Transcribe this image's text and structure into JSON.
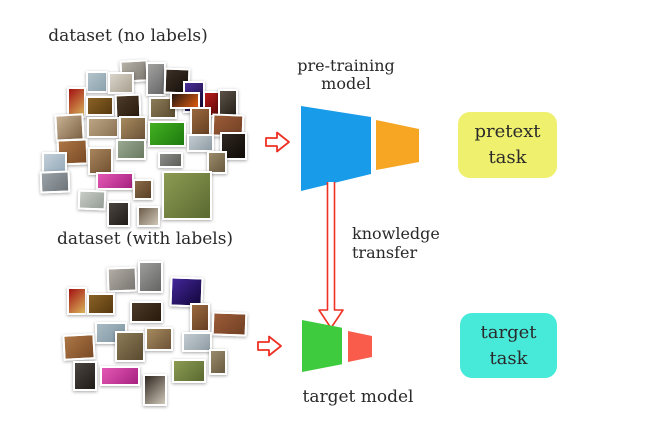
{
  "labels": {
    "dataset_unlabeled": "dataset (no labels)",
    "dataset_labeled": "dataset (with labels)",
    "pretraining_model_line1": "pre-training",
    "pretraining_model_line2": "model",
    "knowledge_line1": "knowledge",
    "knowledge_line2": "transfer",
    "target_model": "target model",
    "pretext_task_line1": "pretext",
    "pretext_task_line2": "task",
    "target_task_line1": "target",
    "target_task_line2": "task"
  },
  "colors": {
    "encoder_pretrain": "#189be8",
    "head_pretrain": "#f6a623",
    "encoder_target": "#3ecc3e",
    "head_target": "#f95c4b",
    "pretext_box": "#eff06e",
    "target_box": "#47e9d9",
    "arrow": "#ee3124",
    "text": "#2a2a2a"
  },
  "icons": {
    "flow_arrow_top": "right-block-arrow",
    "flow_arrow_bottom": "right-block-arrow",
    "knowledge_arrow": "down-hollow-arrow"
  },
  "collages": {
    "unlabeled": [
      [
        120,
        60,
        28,
        22,
        "#b6b2a8",
        "#7e7a72",
        -3
      ],
      [
        146,
        62,
        20,
        34,
        "#a2a2a0",
        "#666668",
        0
      ],
      [
        164,
        68,
        26,
        26,
        "#3c3026",
        "#150f0b",
        2
      ],
      [
        86,
        71,
        22,
        22,
        "#b4c3cb",
        "#8ba2ad",
        0
      ],
      [
        108,
        72,
        26,
        22,
        "#d9d5cb",
        "#a89f8f",
        0
      ],
      [
        183,
        81,
        22,
        32,
        "#4a2f9a",
        "#140a34",
        0
      ],
      [
        203,
        91,
        18,
        26,
        "#b81a1a",
        "#5e0a0a",
        0
      ],
      [
        218,
        89,
        20,
        29,
        "#5c5348",
        "#231e16",
        0
      ],
      [
        67,
        87,
        19,
        31,
        "#a31212",
        "#d9b45a",
        0
      ],
      [
        86,
        96,
        28,
        20,
        "#8a6226",
        "#57390f",
        0
      ],
      [
        115,
        94,
        26,
        27,
        "#4c3a28",
        "#281a0c",
        -2
      ],
      [
        149,
        97,
        28,
        22,
        "#8d7c59",
        "#5a4a2e",
        0
      ],
      [
        170,
        92,
        30,
        17,
        "#241812",
        "#e05c10",
        0
      ],
      [
        190,
        107,
        21,
        29,
        "#99683f",
        "#664022",
        0
      ],
      [
        212,
        114,
        32,
        23,
        "#9c5c38",
        "#714024",
        2
      ],
      [
        55,
        114,
        29,
        27,
        "#c7b194",
        "#7d6243",
        -3
      ],
      [
        87,
        117,
        32,
        21,
        "#bca585",
        "#8a7252",
        0
      ],
      [
        119,
        116,
        28,
        25,
        "#a68a5e",
        "#6d5338",
        0
      ],
      [
        148,
        121,
        38,
        26,
        "#43b022",
        "#1d7a0e",
        0
      ],
      [
        187,
        134,
        27,
        18,
        "#c3cbd1",
        "#8f9ca4",
        0
      ],
      [
        220,
        132,
        27,
        28,
        "#2f2721",
        "#0f0b07",
        0
      ],
      [
        57,
        139,
        31,
        26,
        "#ad7645",
        "#7a4b26",
        -2
      ],
      [
        42,
        152,
        25,
        23,
        "#c3cfd8",
        "#93a9b9",
        0
      ],
      [
        88,
        147,
        25,
        28,
        "#a8845c",
        "#715232",
        0
      ],
      [
        116,
        139,
        30,
        21,
        "#9aa892",
        "#697a61",
        0
      ],
      [
        158,
        152,
        25,
        16,
        "#8d8d89",
        "#5c5c58",
        0
      ],
      [
        207,
        151,
        20,
        23,
        "#9b8b6b",
        "#685a40",
        0
      ],
      [
        40,
        171,
        30,
        22,
        "#9ba3a9",
        "#6c747a",
        -2
      ],
      [
        96,
        172,
        38,
        18,
        "#e457b4",
        "#a62280",
        0
      ],
      [
        133,
        179,
        20,
        21,
        "#8b6b49",
        "#583f25",
        0
      ],
      [
        78,
        190,
        28,
        20,
        "#c9cdc9",
        "#949c94",
        2
      ],
      [
        162,
        171,
        50,
        49,
        "#8c9b52",
        "#5a6a31",
        0
      ],
      [
        107,
        201,
        23,
        26,
        "#4b4540",
        "#1f1b17",
        0
      ],
      [
        137,
        206,
        23,
        21,
        "#6c5c4a",
        "#cfc7b7",
        0
      ]
    ],
    "labeled": [
      [
        107,
        267,
        30,
        25,
        "#b2aea6",
        "#787470",
        -2
      ],
      [
        138,
        261,
        25,
        32,
        "#9d9d9b",
        "#646462",
        0
      ],
      [
        170,
        277,
        33,
        30,
        "#43269a",
        "#12063a",
        2
      ],
      [
        67,
        287,
        20,
        28,
        "#a31212",
        "#d9b45a",
        0
      ],
      [
        87,
        293,
        28,
        22,
        "#8a6226",
        "#57390f",
        0
      ],
      [
        130,
        301,
        33,
        22,
        "#4c3a28",
        "#281a0c",
        0
      ],
      [
        190,
        303,
        20,
        29,
        "#99683f",
        "#664022",
        0
      ],
      [
        212,
        312,
        35,
        24,
        "#9c5c38",
        "#714024",
        2
      ],
      [
        95,
        322,
        32,
        22,
        "#a9bac3",
        "#7e95a2",
        0
      ],
      [
        63,
        334,
        32,
        26,
        "#ad7645",
        "#7a4b26",
        -3
      ],
      [
        115,
        331,
        30,
        31,
        "#8d7c59",
        "#5a4a2e",
        0
      ],
      [
        145,
        327,
        28,
        24,
        "#a68a5e",
        "#6d5338",
        0
      ],
      [
        182,
        332,
        30,
        20,
        "#c3cbd1",
        "#8f9ca4",
        0
      ],
      [
        209,
        349,
        18,
        26,
        "#9b8b6b",
        "#685a40",
        0
      ],
      [
        73,
        361,
        24,
        30,
        "#4b4540",
        "#1f1b17",
        0
      ],
      [
        100,
        366,
        40,
        20,
        "#e457b4",
        "#a62280",
        0
      ],
      [
        172,
        359,
        34,
        24,
        "#8c9b52",
        "#5a6a31",
        0
      ],
      [
        143,
        374,
        24,
        32,
        "#2f2721",
        "#cfc7b7",
        0
      ]
    ]
  }
}
